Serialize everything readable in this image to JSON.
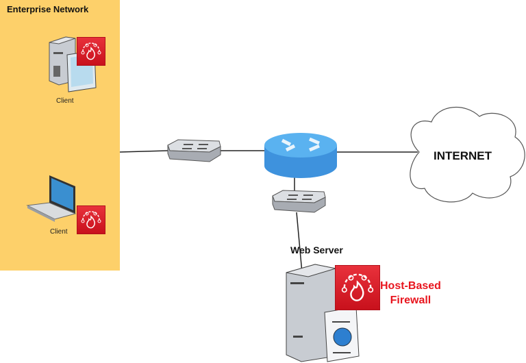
{
  "zone": {
    "title": "Enterprise Network",
    "color": "#fdd06a"
  },
  "nodes": {
    "client_desktop": {
      "label": "Client",
      "type": "desktop"
    },
    "client_laptop": {
      "label": "Client",
      "type": "laptop"
    },
    "switch_left": {
      "type": "switch"
    },
    "router": {
      "type": "router"
    },
    "switch_bottom": {
      "type": "switch"
    },
    "internet": {
      "label": "INTERNET",
      "type": "cloud"
    },
    "web_server": {
      "label": "Web Server",
      "type": "server"
    }
  },
  "annotation": {
    "line1": "Host-Based",
    "line2": "Firewall",
    "color": "#e8151e"
  },
  "firewall_icon": "firewall-icon"
}
